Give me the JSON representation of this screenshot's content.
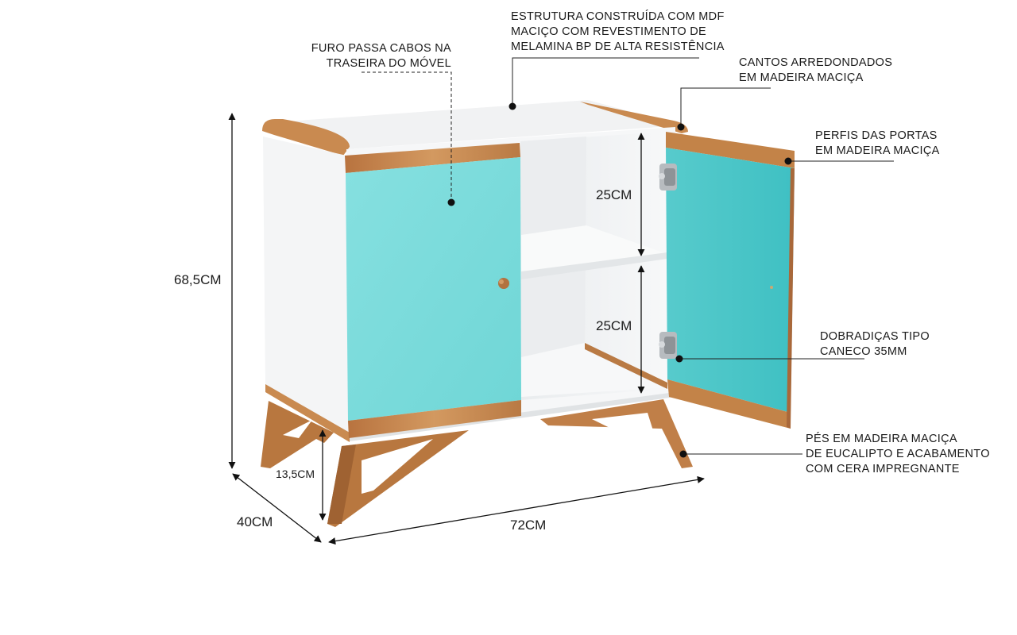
{
  "callouts": {
    "cable_hole": [
      "FURO PASSA CABOS NA",
      "TRASEIRA DO MÓVEL"
    ],
    "structure": [
      "ESTRUTURA CONSTRUÍDA COM MDF",
      "MACIÇO COM REVESTIMENTO DE",
      "MELAMINA BP DE ALTA RESISTÊNCIA"
    ],
    "corners": [
      "CANTOS ARREDONDADOS",
      "EM MADEIRA MACIÇA"
    ],
    "door_profiles": [
      "PERFIS DAS PORTAS",
      "EM MADEIRA MACIÇA"
    ],
    "hinges": [
      "DOBRADIÇAS TIPO",
      "CANECO 35MM"
    ],
    "feet": [
      "PÉS EM MADEIRA MACIÇA",
      "DE EUCALIPTO E ACABAMENTO",
      "COM CERA IMPREGNANTE"
    ]
  },
  "dimensions": {
    "height": "68,5CM",
    "depth": "40CM",
    "width": "72CM",
    "leg_height": "13,5CM",
    "shelf_upper": "25CM",
    "shelf_lower": "25CM"
  },
  "colors": {
    "door": "#6fd6d6",
    "door_dark": "#3fc2c4",
    "wood": "#c98a50",
    "wood_dark": "#a9683a",
    "carcass": "#f3f4f5",
    "carcass_shade": "#dcdfe1",
    "line": "#222222"
  }
}
